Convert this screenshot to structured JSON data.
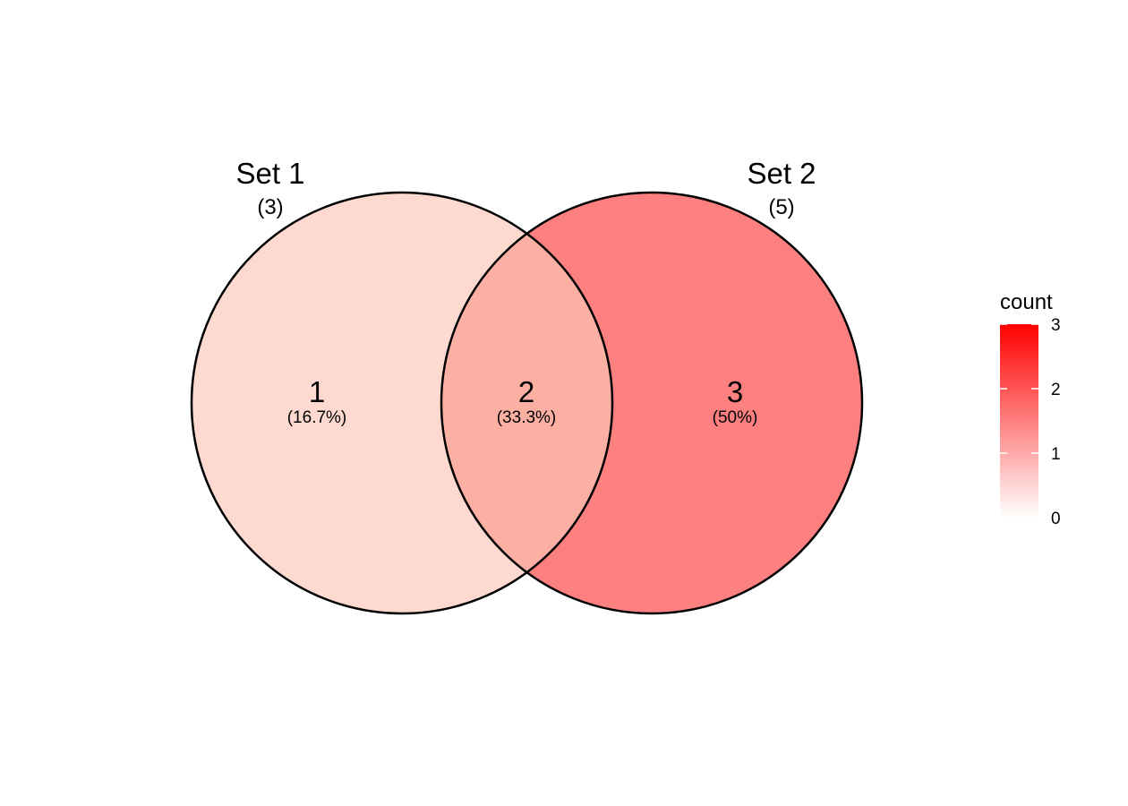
{
  "chart_data": {
    "type": "venn",
    "sets": [
      {
        "name": "Set 1",
        "size_label": "(3)",
        "size": 3
      },
      {
        "name": "Set 2",
        "size_label": "(5)",
        "size": 5
      }
    ],
    "regions": [
      {
        "id": "set1-only",
        "count": 1,
        "count_label": "1",
        "percent_label": "(16.7%)",
        "color": "#FDD9D0"
      },
      {
        "id": "intersection",
        "count": 2,
        "count_label": "2",
        "percent_label": "(33.3%)",
        "color": "#FCB0A3"
      },
      {
        "id": "set2-only",
        "count": 3,
        "count_label": "3",
        "percent_label": "(50%)",
        "color": "#FD8080"
      }
    ],
    "legend": {
      "title": "count",
      "position": "right",
      "min": 0,
      "max": 3,
      "ticks": [
        "0",
        "1",
        "2",
        "3"
      ],
      "low_color": "#FFFFFF",
      "high_color": "#FF0000"
    },
    "outline_color": "#000000"
  }
}
